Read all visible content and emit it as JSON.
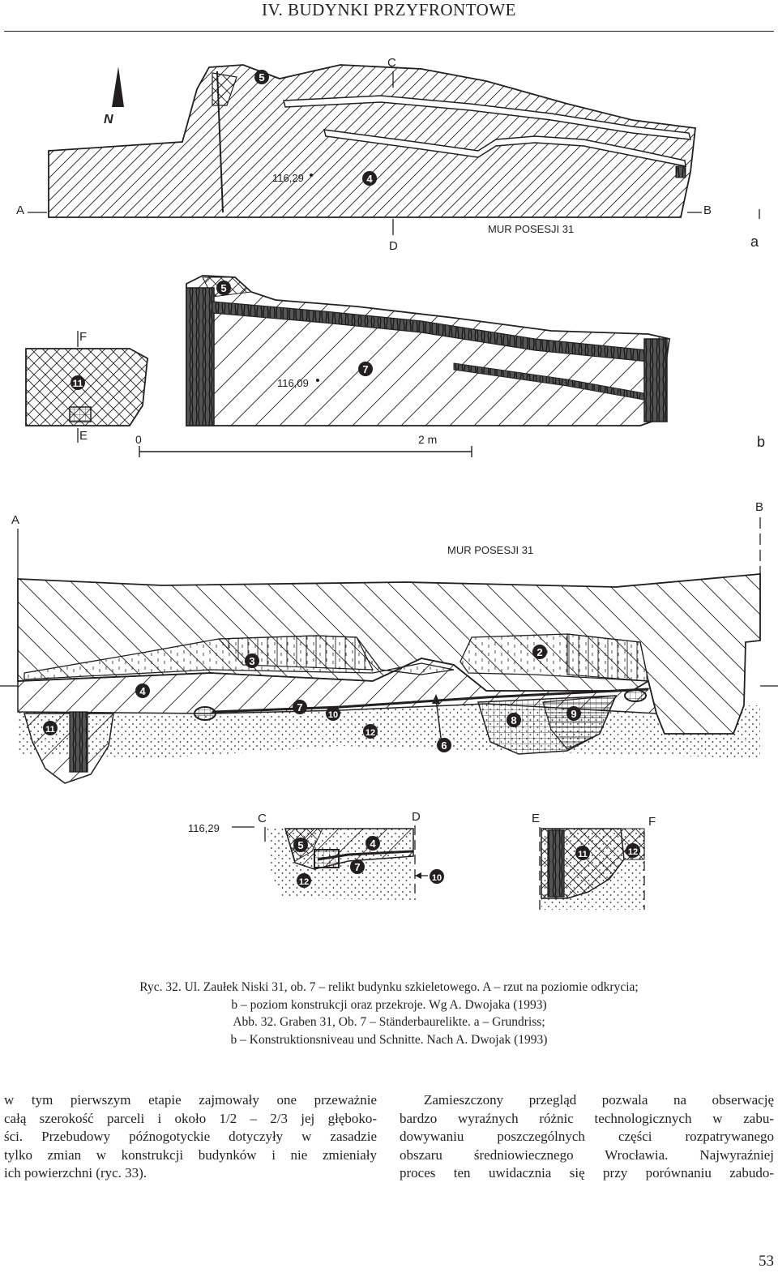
{
  "running_head": "IV. BUDYNKI PRZYFRONTOWE",
  "figure": {
    "panel_a": {
      "section_a": "A",
      "section_b": "B",
      "section_c": "C",
      "section_d": "D",
      "north": "N",
      "elevation": "116,29",
      "wall_label": "MUR POSESJI 31",
      "panel_letter": "a",
      "markers": [
        "5",
        "4"
      ]
    },
    "panel_b": {
      "section_f": "F",
      "section_e": "E",
      "elevation": "116,09",
      "scale_zero": "0",
      "scale_end": "2 m",
      "panel_letter": "b",
      "markers": [
        "5",
        "7",
        "11"
      ]
    },
    "section_ab": {
      "section_a": "A",
      "section_b": "B",
      "wall_label": "MUR POSESJI 31",
      "markers": [
        "3",
        "2",
        "4",
        "7",
        "10",
        "8",
        "9",
        "11",
        "12",
        "6"
      ]
    },
    "section_cd": {
      "elevation": "116,29",
      "section_c": "C",
      "section_d": "D",
      "markers": [
        "5",
        "4",
        "7",
        "12",
        "10"
      ]
    },
    "section_ef": {
      "section_e": "E",
      "section_f": "F",
      "markers": [
        "11",
        "12"
      ]
    }
  },
  "caption": {
    "line1": "Ryc. 32. Ul. Zaułek Niski 31, ob. 7 – relikt budynku szkieletowego. A – rzut na poziomie odkrycia;",
    "line2": "b – poziom konstrukcji oraz przekroje. Wg A. Dwojaka (1993)",
    "line3": "Abb. 32. Graben 31, Ob. 7 – Ständerbaurelikte. a – Grundriss;",
    "line4": "b – Konstruktionsniveau und Schnitte. Nach A. Dwojak (1993)"
  },
  "body_left": [
    "w tym pierwszym etapie zajmowały one przeważnie",
    "całą szerokość parceli i około 1/2 – 2/3 jej głęboko-",
    "ści. Przebudowy późnogotyckie dotyczyły w zasadzie",
    "tylko zmian w konstrukcji budynków i nie zmieniały",
    "ich powierzchni (ryc. 33)."
  ],
  "body_right": [
    "Zamieszczony przegląd pozwala na obserwację",
    "bardzo wyraźnych różnic technologicznych w zabu-",
    "dowywaniu poszczególnych części rozpatrywanego",
    "obszaru średniowiecznego Wrocławia. Najwyraźniej",
    "proces ten uwidacznia się przy porównaniu zabudo-"
  ],
  "page_number": "53"
}
